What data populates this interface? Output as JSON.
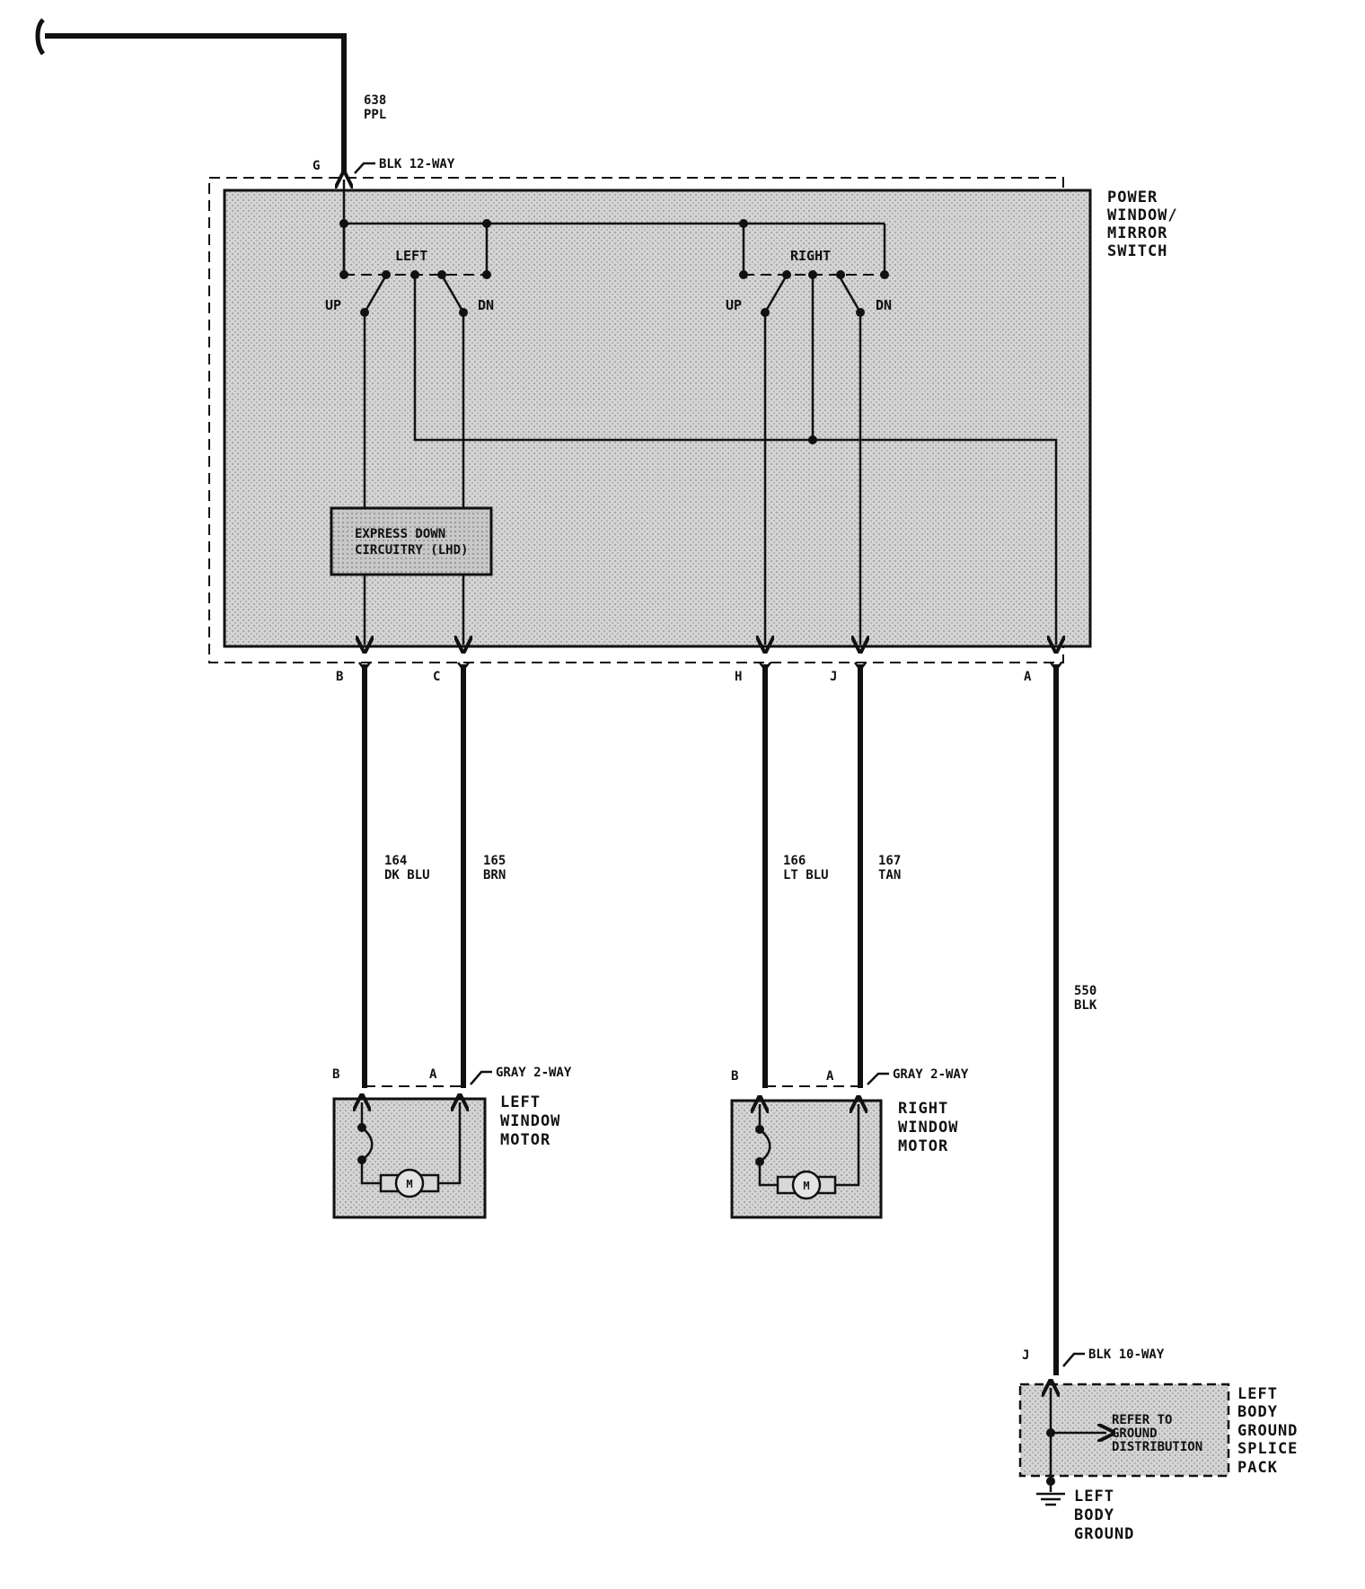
{
  "supply": {
    "circuit": "638",
    "color": "PPL",
    "pin": "G",
    "connector": "BLK 12-WAY"
  },
  "switch": {
    "name": [
      "POWER",
      "WINDOW/",
      "MIRROR",
      "SWITCH"
    ],
    "left_label": "LEFT",
    "right_label": "RIGHT",
    "up_label": "UP",
    "dn_label": "DN",
    "express_line1": "EXPRESS DOWN",
    "express_line2": "CIRCUITRY (LHD)"
  },
  "switch_pins": {
    "b": "B",
    "c": "C",
    "h": "H",
    "j": "J",
    "a": "A"
  },
  "wires": {
    "w164": {
      "circuit": "164",
      "color": "DK BLU"
    },
    "w165": {
      "circuit": "165",
      "color": "BRN"
    },
    "w166": {
      "circuit": "166",
      "color": "LT BLU"
    },
    "w167": {
      "circuit": "167",
      "color": "TAN"
    },
    "w550": {
      "circuit": "550",
      "color": "BLK"
    }
  },
  "left_motor": {
    "pin_b": "B",
    "pin_a": "A",
    "connector": "GRAY 2-WAY",
    "name": [
      "LEFT",
      "WINDOW",
      "MOTOR"
    ],
    "symbol": "M"
  },
  "right_motor": {
    "pin_b": "B",
    "pin_a": "A",
    "connector": "GRAY 2-WAY",
    "name": [
      "RIGHT",
      "WINDOW",
      "MOTOR"
    ],
    "symbol": "M"
  },
  "ground": {
    "pin": "J",
    "connector": "BLK 10-WAY",
    "refer": [
      "REFER TO",
      "GROUND",
      "DISTRIBUTION"
    ],
    "pack_name": [
      "LEFT",
      "BODY",
      "GROUND",
      "SPLICE",
      "PACK"
    ],
    "ground_name": [
      "LEFT",
      "BODY",
      "GROUND"
    ]
  },
  "colors": {
    "ink": "#111111",
    "shade": "#d0d0d0",
    "shade_dark": "#b8b8b8"
  }
}
